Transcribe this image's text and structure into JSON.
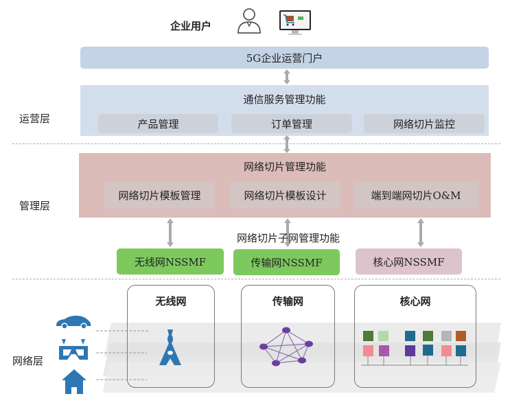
{
  "top": {
    "user_label": "企业用户"
  },
  "layers": {
    "ops": "运营层",
    "mgmt": "管理层",
    "net": "网络层"
  },
  "ops": {
    "portal": "5G企业运营门户",
    "csmf_title": "通信服务管理功能",
    "items": [
      "产品管理",
      "订单管理",
      "网络切片监控"
    ]
  },
  "mgmt": {
    "nsmf_title": "网络切片管理功能",
    "items": [
      "网络切片模板管理",
      "网络切片模板设计",
      "端到端网切片O&M"
    ],
    "nssmf_title": "网络切片子网管理功能",
    "nssmf": [
      "无线网NSSMF",
      "传输网NSSMF",
      "核心网NSSMF"
    ]
  },
  "net": {
    "domains": [
      "无线网",
      "传输网",
      "核心网"
    ]
  },
  "colors": {
    "ops_bg": "#d3deed",
    "portal_bg": "#c4d3e6",
    "mgmt_bg": "#dbbcb8",
    "green": "#7dc95e",
    "pink": "#ddc3cb",
    "blue_icon": "#2e77b4",
    "purple": "#6a3e9e"
  }
}
